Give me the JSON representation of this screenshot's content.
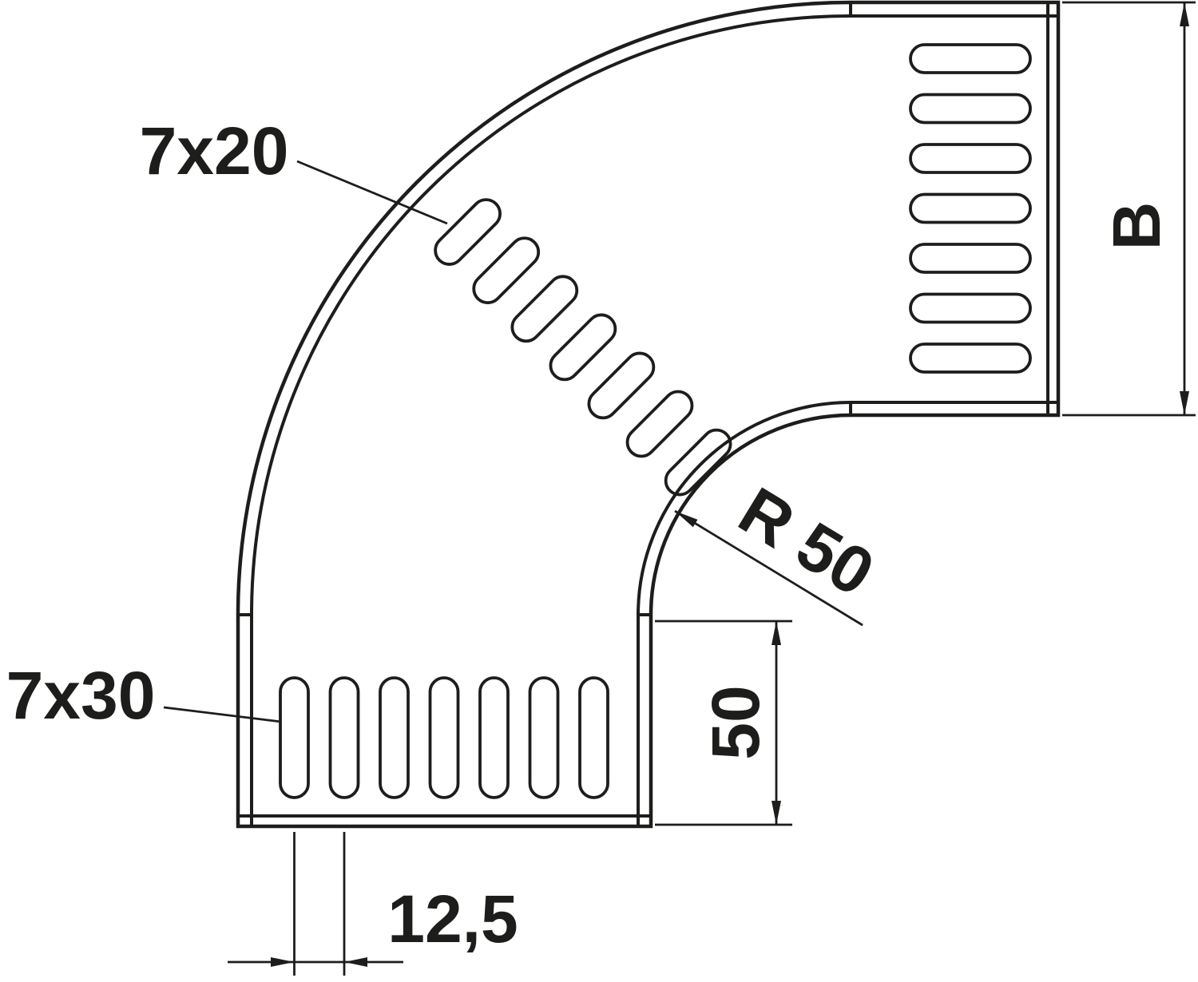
{
  "drawing": {
    "background": "#ffffff",
    "line_color": "#1d1d1b",
    "labels": {
      "bend_slots": "7x20",
      "straight_slots": "7x30",
      "inner_radius": "R 50",
      "leg_length": "50",
      "tray_width": "B",
      "slot_pitch": "12,5"
    }
  }
}
